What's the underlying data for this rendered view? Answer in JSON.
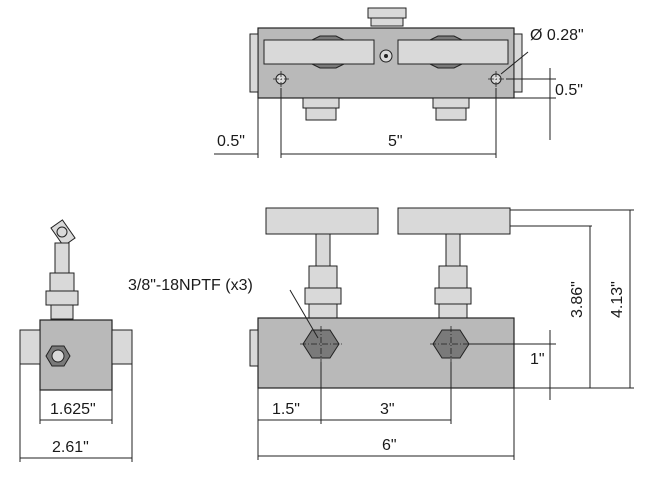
{
  "dimensions": {
    "hole_diameter": "Ø 0.28\"",
    "hole_offset_vertical": "0.5\"",
    "hole_offset_horizontal": "0.5\"",
    "hole_spacing": "5\"",
    "port_thread": "3/8\"-18NPTF (x3)",
    "side_port_spacing": "1.625\"",
    "side_width": "2.61\"",
    "port_offset_left": "1.5\"",
    "port_spacing": "3\"",
    "overall_length": "6\"",
    "port_height": "1\"",
    "height_to_handle": "3.86\"",
    "overall_height": "4.13\""
  }
}
